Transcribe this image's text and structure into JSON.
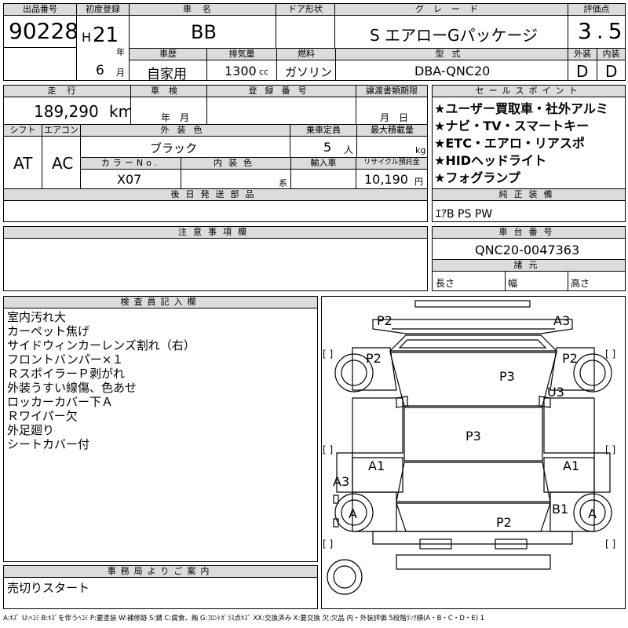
{
  "header": {
    "lot_label": "出品番号",
    "lot": "90228",
    "first_reg_label": "初度登録",
    "era": "H",
    "year_num": "21",
    "year_unit": "年",
    "month_num": "6",
    "month_unit": "月",
    "name_label": "車名",
    "name": "BB",
    "door_label": "ドア形状",
    "door": "",
    "grade_label": "グレード",
    "grade": "S エアローGパッケージ",
    "score_label": "評価点",
    "score": "3.5",
    "history_label": "車歴",
    "history": "自家用",
    "displacement_label": "排気量",
    "displacement": "1300",
    "displacement_unit": "cc",
    "fuel_label": "燃料",
    "fuel": "ガソリン",
    "model_label": "型式",
    "model": "DBA-QNC20",
    "exterior_label": "外装",
    "exterior_grade": "D",
    "interior_label": "内装",
    "interior_grade": "D"
  },
  "row2": {
    "mileage_label": "走行",
    "mileage": "189,290",
    "mileage_unit": "km",
    "inspection_label": "車検",
    "inspection_ym": "年　月",
    "regno_label": "登録番号",
    "regno": "",
    "transfer_label": "譲渡書類期限",
    "transfer": "月　日",
    "shift_label": "シフト",
    "shift": "AT",
    "ac_label": "エアコン",
    "ac": "AC",
    "color_label": "外装色",
    "color": "ブラック",
    "capacity_label": "乗車定員",
    "capacity": "5",
    "capacity_unit": "人",
    "load_label": "最大積載量",
    "load_unit": "kg",
    "color_no_label": "カラーNo.",
    "color_no": "X07",
    "int_color_label": "内装色",
    "int_color_unit": "系",
    "import_label": "輸入車",
    "import": "",
    "recycle_label": "リサイクル預託金",
    "recycle": "10,190",
    "recycle_unit": "円"
  },
  "selling_points": {
    "label": "セールスポイント",
    "items": [
      "★ユーザー買取車・社外アルミ",
      "★ナビ・TV・スマートキー",
      "★ETC・エアロ・リアスポ",
      "★HIDヘッドライト",
      "★フォグランプ"
    ]
  },
  "later_parts": {
    "label": "後日発送部品",
    "value": ""
  },
  "equipment": {
    "label": "純正装備",
    "value": "ｴｱB PS PW"
  },
  "caution": {
    "label": "注意事項欄",
    "value": ""
  },
  "chassis": {
    "label": "車台番号",
    "value": "QNC20-0047363"
  },
  "dims": {
    "label": "諸元",
    "length": "長さ",
    "width": "幅",
    "height": "高さ"
  },
  "inspector": {
    "label": "検査員記入欄",
    "lines": [
      "室内汚れ大",
      "カーペット焦げ",
      "サイドウィンカーレンズ割れ（右）",
      "フロントバンパー×１",
      "ＲスポイラーＰ剥がれ",
      "外装うすい線傷、色あせ",
      "ロッカーカバー下Ａ",
      "Ｒワイパー欠",
      "外足廻り",
      "シートカバー付"
    ]
  },
  "diagram": {
    "marks": {
      "fl": "P2",
      "fr": "A3",
      "lf": "P2",
      "rf": "P2",
      "roof": "P3",
      "ru": "U3",
      "cabin": "P3",
      "la": "A1",
      "ra": "A1",
      "lr": "A3",
      "rb": "B1",
      "lwheel": "A",
      "rwheel": "A",
      "trunk": "P2"
    },
    "bracket": "[　]"
  },
  "office": {
    "label": "事務局よりご案内",
    "value": "売切りスタート"
  },
  "legend": "A:ｷｽﾞ U:ﾍｺﾐ B:ｷｽﾞを伴うﾍｺﾐ P:要塗装 W:補修跡 S:錆 C:腐食、蝕 G:ﾌﾛﾝﾄｶﾞﾗｽ点ｷｽﾞ XX:交換済み X:要交換 欠:欠品 内・外装評価 5段階ﾗﾝｸ順(A・B・C・D・E) 1"
}
